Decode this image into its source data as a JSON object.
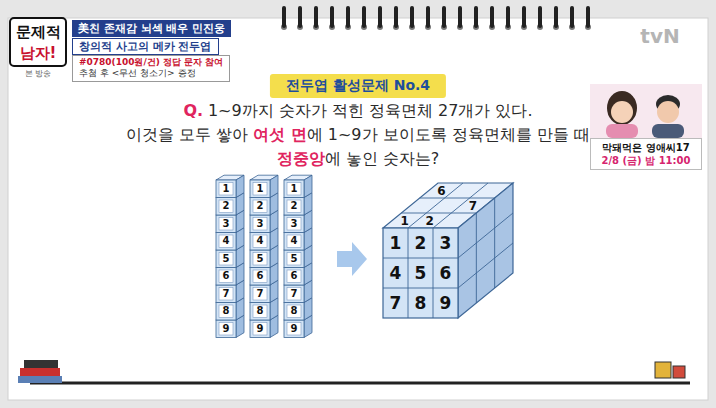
{
  "diagram": {
    "title": "전두엽 활성문제 No.4",
    "nodes": [
      {
        "text": [
          "美친 존재감 뇌섹 배우 민진웅"
        ]
      },
      {
        "text": [
          "창의적 사고의 메카 전두엽"
        ]
      },
      {
        "text": [
          "#0780(100원/건) 정답 문자 참여",
          "추첨 후 <무선 청소기> 증정"
        ]
      },
      {
        "text": [
          "막돼먹은 영애씨17",
          "2/8 (금) 밤 11:00"
        ]
      }
    ],
    "labels": [
      "문제적",
      "남자!",
      "본 방송",
      "tvN",
      "Q.",
      "1~9까지 숫자가 적힌 정육면체 27개가 있다.",
      "이것을 모두 쌓아",
      "여섯 면",
      "에 1~9가 보이도록 정육면체를 만들 때",
      "정중앙",
      "에 놓인 숫자는?",
      "1",
      "2",
      "3",
      "4",
      "5",
      "6",
      "7",
      "8",
      "9",
      "1",
      "2",
      "3",
      "4",
      "5",
      "6",
      "7",
      "8",
      "9",
      "1",
      "2",
      "3",
      "4",
      "5",
      "6",
      "7",
      "8",
      "9",
      "6",
      "7",
      "1",
      "2",
      "1",
      "2",
      "3",
      "4",
      "5",
      "6",
      "7",
      "8",
      "9"
    ]
  }
}
